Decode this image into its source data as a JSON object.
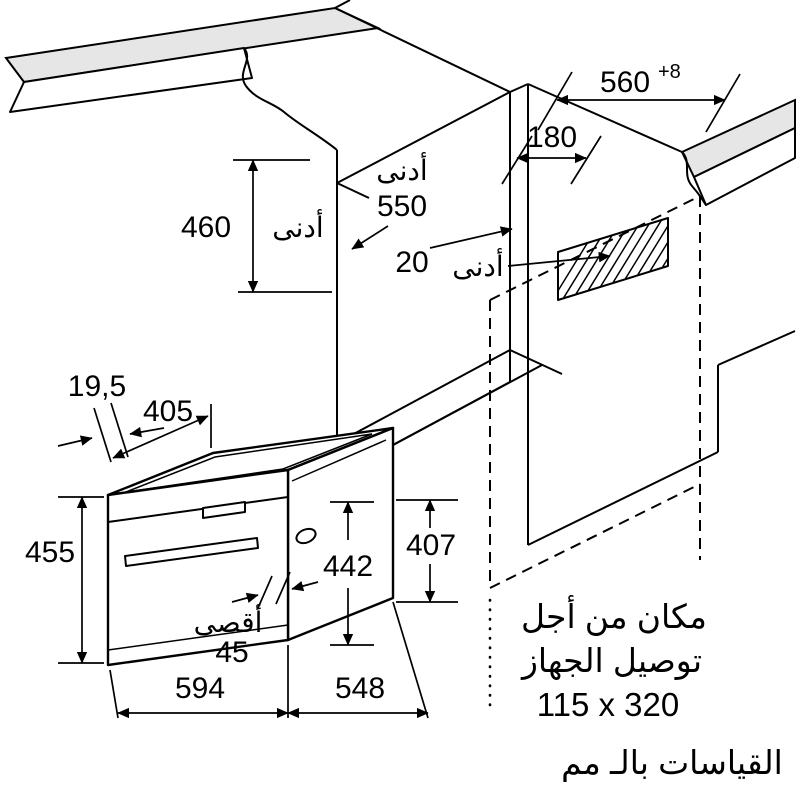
{
  "diagram": {
    "type": "built-in-oven-installation-diagram",
    "units_note": "القياسات بالـ مم",
    "min_label": "أدنى",
    "max_label": "أقصى",
    "connection_note": {
      "line1": "مكان من أجل",
      "line2": "توصيل الجهاز",
      "line3": "115 x 320"
    },
    "niche": {
      "depth": "560",
      "depth_tolerance": "+8",
      "vent_distance": "180",
      "depth_min": "550",
      "rear_gap": "20",
      "height_min": "460"
    },
    "appliance": {
      "panel_depth": "19,5",
      "top_depth": "405",
      "height": "455",
      "door_height": "442",
      "rear_height": "407",
      "handle_max": "45",
      "width": "594",
      "depth": "548"
    },
    "colors": {
      "surface_gray": "#e6e6e6",
      "line": "#000000",
      "background": "#ffffff"
    }
  }
}
